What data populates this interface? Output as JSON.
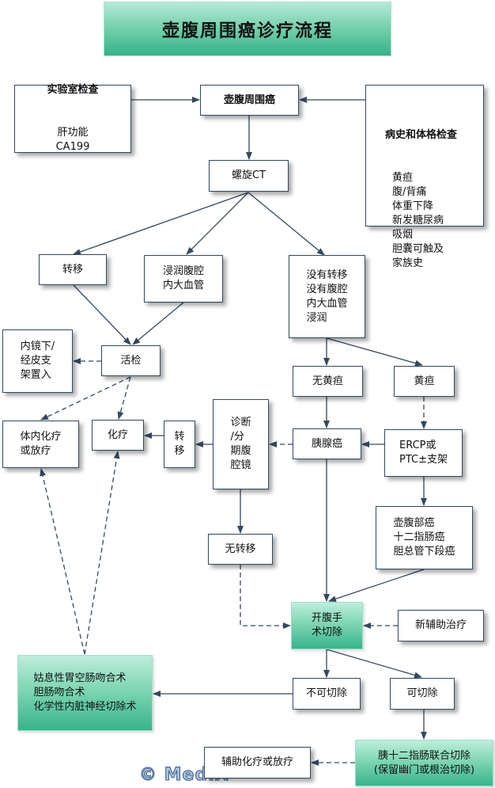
{
  "title": "壶腹周围癌诊疗流程",
  "watermark": "© MediX",
  "nodes": {
    "lab_tests": {
      "heading": "实验室检查",
      "lines": "肝功能\nCA199"
    },
    "periampullary_cancer": {
      "label": "壶腹周围癌"
    },
    "history_exam": {
      "heading": "病史和体格检查",
      "lines": "黄疸\n腹/背痛\n体重下降\n新发糖尿病\n吸烟\n胆囊可触及\n家族史"
    },
    "spiral_ct": {
      "label": "螺旋CT"
    },
    "metastasis": {
      "label": "转移"
    },
    "vessel_invasion": {
      "label": "浸润腹腔\n内大血管"
    },
    "no_metastasis_no_invasion": {
      "label": "没有转移\n没有腹腔\n内大血管\n浸润"
    },
    "stent_placement": {
      "label": "内镜下/\n经皮支\n架置入"
    },
    "biopsy": {
      "label": "活检"
    },
    "no_jaundice": {
      "label": "无黄疸"
    },
    "jaundice": {
      "label": "黄疸"
    },
    "systemic_chemo_radio": {
      "label": "体内化疗\n或放疗"
    },
    "chemotherapy": {
      "label": "化疗"
    },
    "metastasis_vertical": {
      "label": "转\n移"
    },
    "staging_laparoscopy": {
      "label": "诊断\n/分\n期腹\n腔镜"
    },
    "pancreatic_cancer": {
      "label": "胰腺癌"
    },
    "ercp_ptc": {
      "label": "ERCP或\nPTC±支架"
    },
    "ampullary_duodenal_bile": {
      "label": "壶腹部癌\n十二指肠癌\n胆总管下段癌"
    },
    "no_metastasis": {
      "label": "无转移"
    },
    "laparotomy_resection": {
      "label": "开腹手\n术切除"
    },
    "neoadjuvant": {
      "label": "新辅助治疗"
    },
    "palliative_surgery": {
      "label": "姑息性胃空肠吻合术\n胆肠吻合术\n化学性内脏神经切除术"
    },
    "unresectable": {
      "label": "不可切除"
    },
    "resectable": {
      "label": "可切除"
    },
    "whipple": {
      "label": "胰十二指肠联合切除\n(保留幽门或根治切除)"
    },
    "adjuvant": {
      "label": "辅助化疗或放疗"
    }
  },
  "colors": {
    "line": "#34495e",
    "green_top": "#bdeedd",
    "green_bottom": "#37b48b"
  }
}
